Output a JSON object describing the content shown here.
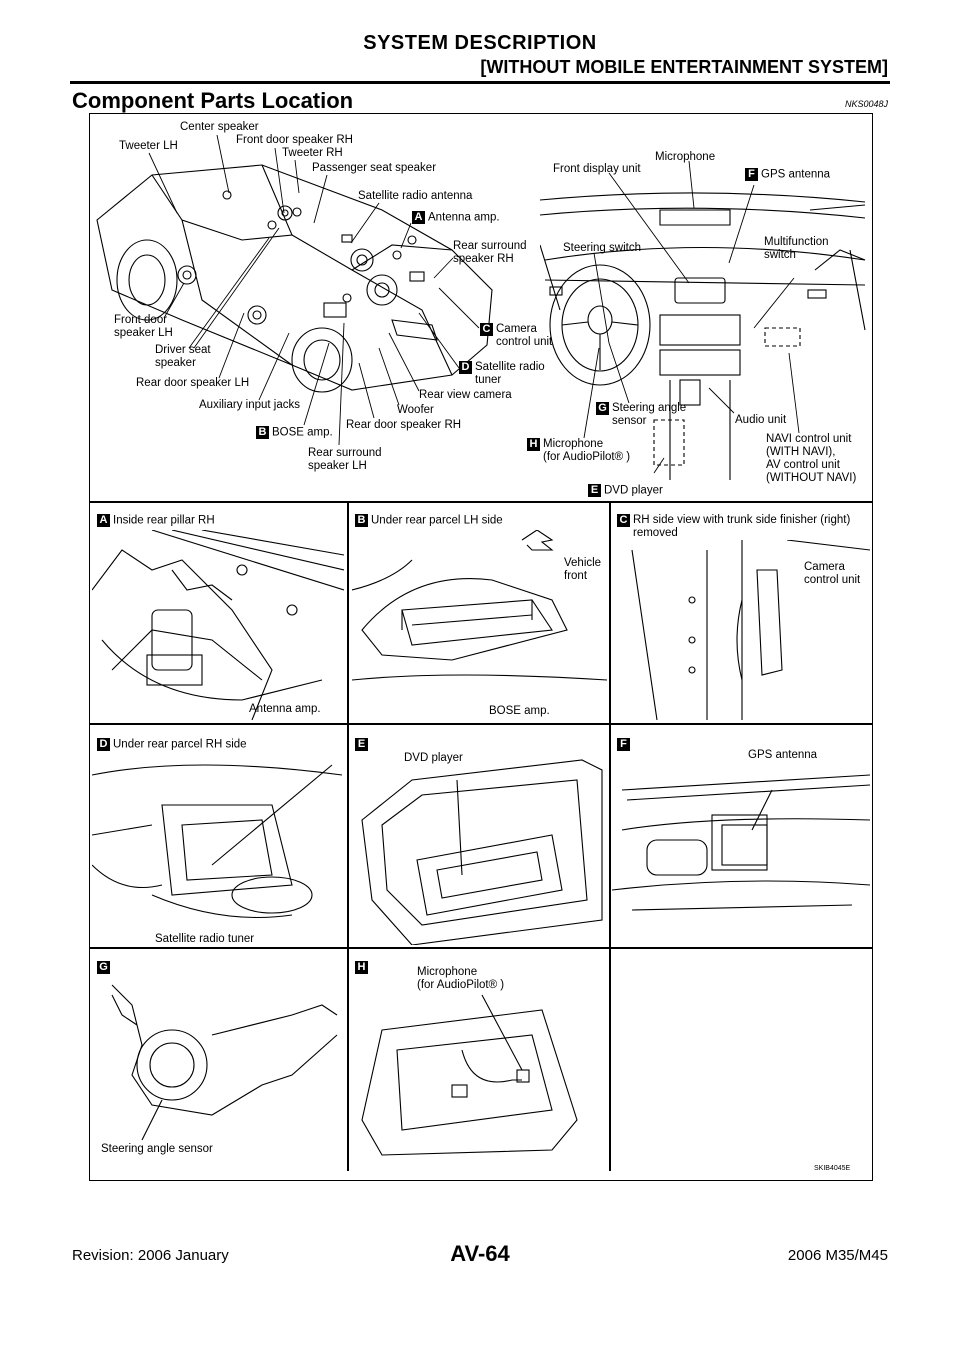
{
  "header": {
    "title": "SYSTEM DESCRIPTION",
    "subtitle": "[WITHOUT MOBILE ENTERTAINMENT SYSTEM]"
  },
  "section": {
    "title": "Component Parts Location",
    "code": "NKS0048J"
  },
  "overview": {
    "car_labels": [
      "Tweeter LH",
      "Center speaker",
      "Front door speaker RH",
      "Tweeter RH",
      "Passenger seat speaker",
      "Satellite radio antenna",
      "Antenna amp.",
      "Rear surround\nspeaker RH",
      "Camera\ncontrol unit",
      "Satellite radio\ntuner",
      "Rear view camera",
      "Woofer",
      "Rear door speaker RH",
      "Rear surround\nspeaker LH",
      "BOSE amp.",
      "Auxiliary input jacks",
      "Rear door speaker LH",
      "Driver seat\nspeaker",
      "Front door\nspeaker LH"
    ],
    "dash_labels": [
      "Front display unit",
      "Microphone",
      "GPS antenna",
      "Multifunction\nswitch",
      "Steering switch",
      "Steering angle\nsensor",
      "Microphone\n(for AudioPilot® )",
      "DVD player",
      "Audio unit",
      "NAVI control unit\n(WITH NAVI),\nAV control unit\n(WITHOUT NAVI)"
    ],
    "letters": {
      "antenna_amp": "A",
      "bose_amp": "B",
      "camera": "C",
      "sat_tuner": "D",
      "dvd": "E",
      "gps": "F",
      "steering_angle": "G",
      "microphone": "H"
    }
  },
  "details": [
    {
      "letter": "A",
      "title": "Inside rear pillar RH",
      "callouts": [
        "Antenna amp."
      ]
    },
    {
      "letter": "B",
      "title": "Under rear parcel LH side",
      "callouts": [
        "Vehicle\nfront",
        "BOSE amp."
      ]
    },
    {
      "letter": "C",
      "title": "RH side view with trunk side finisher (right)\nremoved",
      "callouts": [
        "Camera\ncontrol unit"
      ]
    },
    {
      "letter": "D",
      "title": "Under rear parcel RH side",
      "callouts": [
        "Satellite radio tuner"
      ]
    },
    {
      "letter": "E",
      "title": "",
      "callouts": [
        "DVD player"
      ]
    },
    {
      "letter": "F",
      "title": "",
      "callouts": [
        "GPS antenna"
      ]
    },
    {
      "letter": "G",
      "title": "",
      "callouts": [
        "Steering angle sensor"
      ]
    },
    {
      "letter": "H",
      "title": "",
      "callouts": [
        "Microphone\n(for AudioPilot® )"
      ]
    }
  ],
  "figure_code": "SKIB4045E",
  "footer": {
    "left": "Revision: 2006 January",
    "center": "AV-64",
    "right": "2006 M35/M45"
  }
}
